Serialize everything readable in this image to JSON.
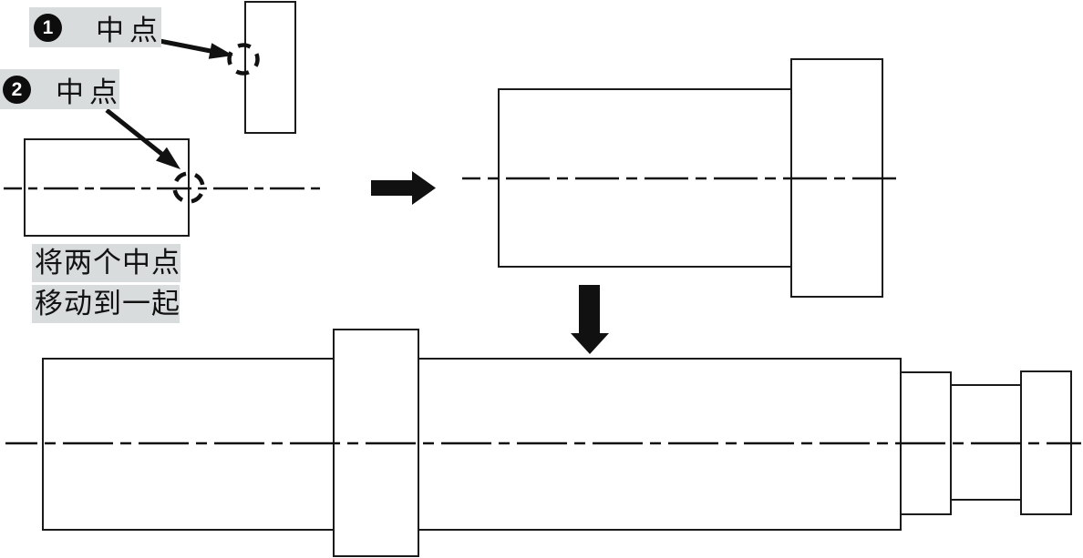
{
  "colors": {
    "background": "#ffffff",
    "line": "#1a1a1a",
    "arrow": "#111111",
    "label_background": "#d8dcdc",
    "badge_background": "#0d0d0d",
    "badge_text": "#ffffff"
  },
  "callouts": {
    "callout1": {
      "number": "1",
      "label": "中点"
    },
    "callout2": {
      "number": "2",
      "label": "中点"
    }
  },
  "caption": {
    "line1": "将两个中点",
    "line2": "移动到一起"
  }
}
